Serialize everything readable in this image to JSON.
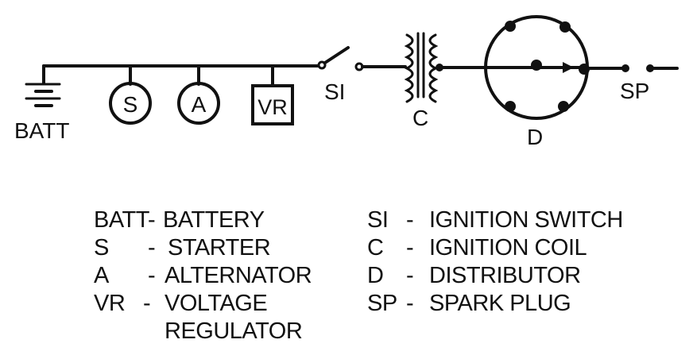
{
  "diagram": {
    "components": {
      "battery": "BATT",
      "starter": "S",
      "alternator": "A",
      "voltage_regulator": "VR",
      "ignition_switch": "SI",
      "ignition_coil": "C",
      "distributor": "D",
      "spark_plug": "SP"
    }
  },
  "legend": {
    "left": [
      {
        "abbr": "BATT",
        "sep": "-",
        "desc": "BATTERY"
      },
      {
        "abbr": "S",
        "sep": "-",
        "desc": "STARTER"
      },
      {
        "abbr": "A",
        "sep": "-",
        "desc": "ALTERNATOR"
      },
      {
        "abbr": "VR",
        "sep": "-",
        "desc": "VOLTAGE"
      },
      {
        "abbr": "",
        "sep": "",
        "desc": "REGULATOR"
      }
    ],
    "right": [
      {
        "abbr": "SI",
        "sep": "-",
        "desc": "IGNITION SWITCH"
      },
      {
        "abbr": "C",
        "sep": "-",
        "desc": "IGNITION COIL"
      },
      {
        "abbr": "D",
        "sep": "-",
        "desc": "DISTRIBUTOR"
      },
      {
        "abbr": "SP",
        "sep": "-",
        "desc": "SPARK PLUG"
      }
    ]
  }
}
